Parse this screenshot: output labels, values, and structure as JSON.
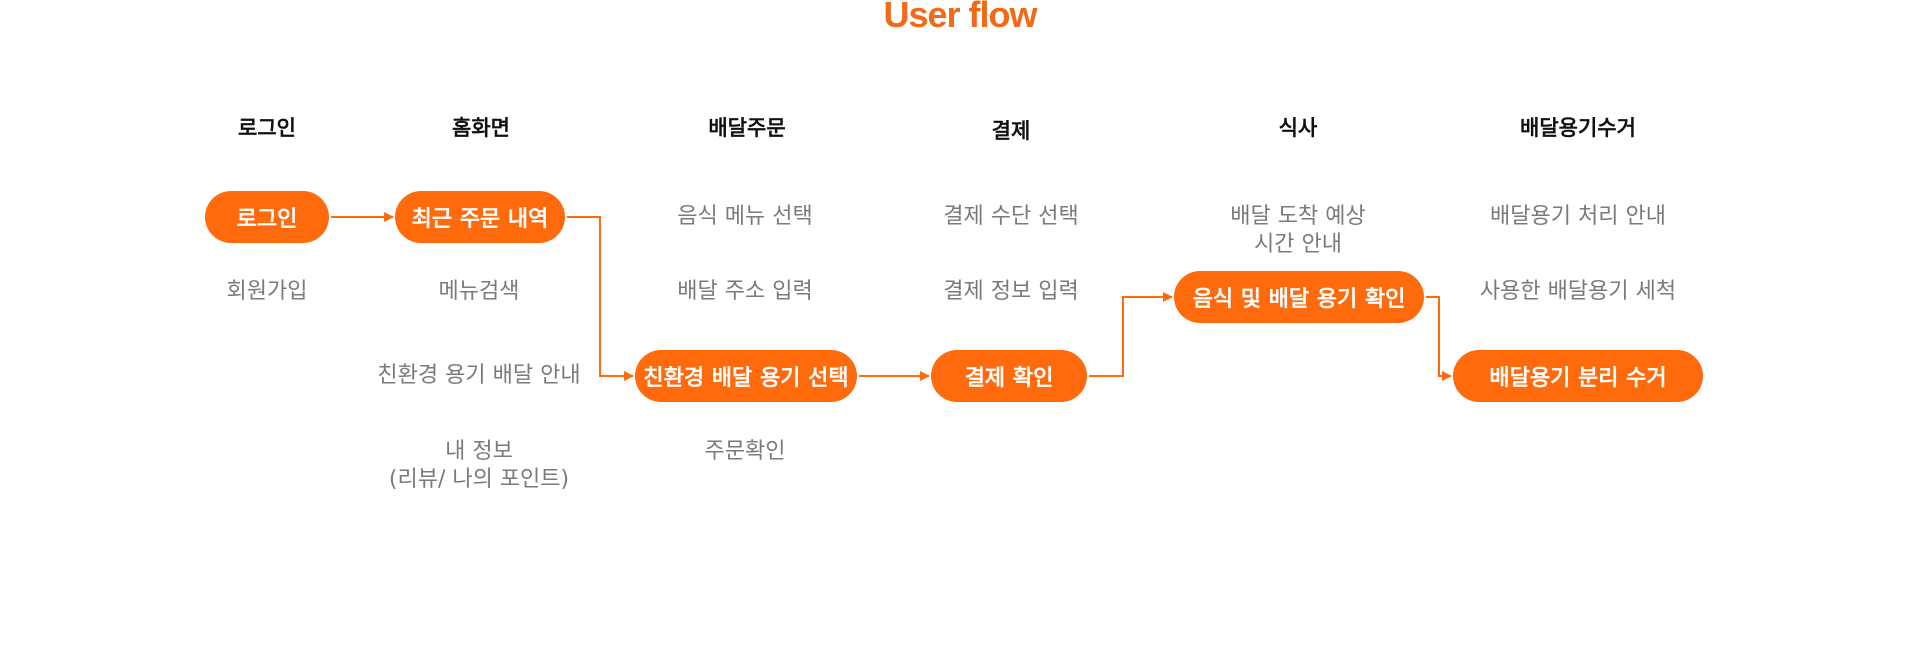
{
  "title": "User flow",
  "columns": [
    {
      "header": "로그인",
      "steps": [
        "회원가입"
      ],
      "highlight": "로그인"
    },
    {
      "header": "홈화면",
      "steps": [
        "메뉴검색",
        "친환경 용기 배달 안내",
        "내 정보\n(리뷰/ 나의 포인트)"
      ],
      "highlight": "최근 주문 내역"
    },
    {
      "header": "배달주문",
      "steps": [
        "음식 메뉴 선택",
        "배달 주소 입력",
        "주문확인"
      ],
      "highlight": "친환경 배달 용기 선택"
    },
    {
      "header": "결제",
      "steps": [
        "결제 수단 선택",
        "결제 정보 입력"
      ],
      "highlight": "결제 확인"
    },
    {
      "header": "식사",
      "steps": [
        "배달 도착 예상\n시간 안내"
      ],
      "highlight": "음식 및 배달 용기 확인"
    },
    {
      "header": "배달용기수거",
      "steps": [
        "배달용기 처리 안내",
        "사용한 배달용기 세척"
      ],
      "highlight": "배달용기 분리 수거"
    }
  ],
  "colors": {
    "accent": "#ff6a0d",
    "title": "#f26a17",
    "header": "#111111",
    "step": "#7a7a7a"
  }
}
